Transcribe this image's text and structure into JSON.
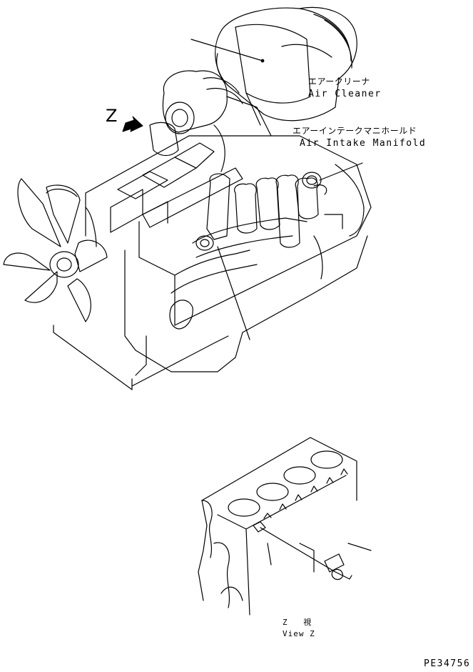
{
  "labels": {
    "air_cleaner_jp": "エアークリーナ",
    "air_cleaner_en": "Air Cleaner",
    "intake_jp": "エアーインテークマニホールド",
    "intake_en": "Air Intake Manifold",
    "view_marker": "Z",
    "view_z_jp": "Z 視",
    "view_z_en": "View Z",
    "drawing_code": "PE34756"
  },
  "colors": {
    "line": "#000000",
    "background": "#ffffff"
  },
  "icons": {
    "view_arrow": "view-direction-arrow-icon"
  }
}
